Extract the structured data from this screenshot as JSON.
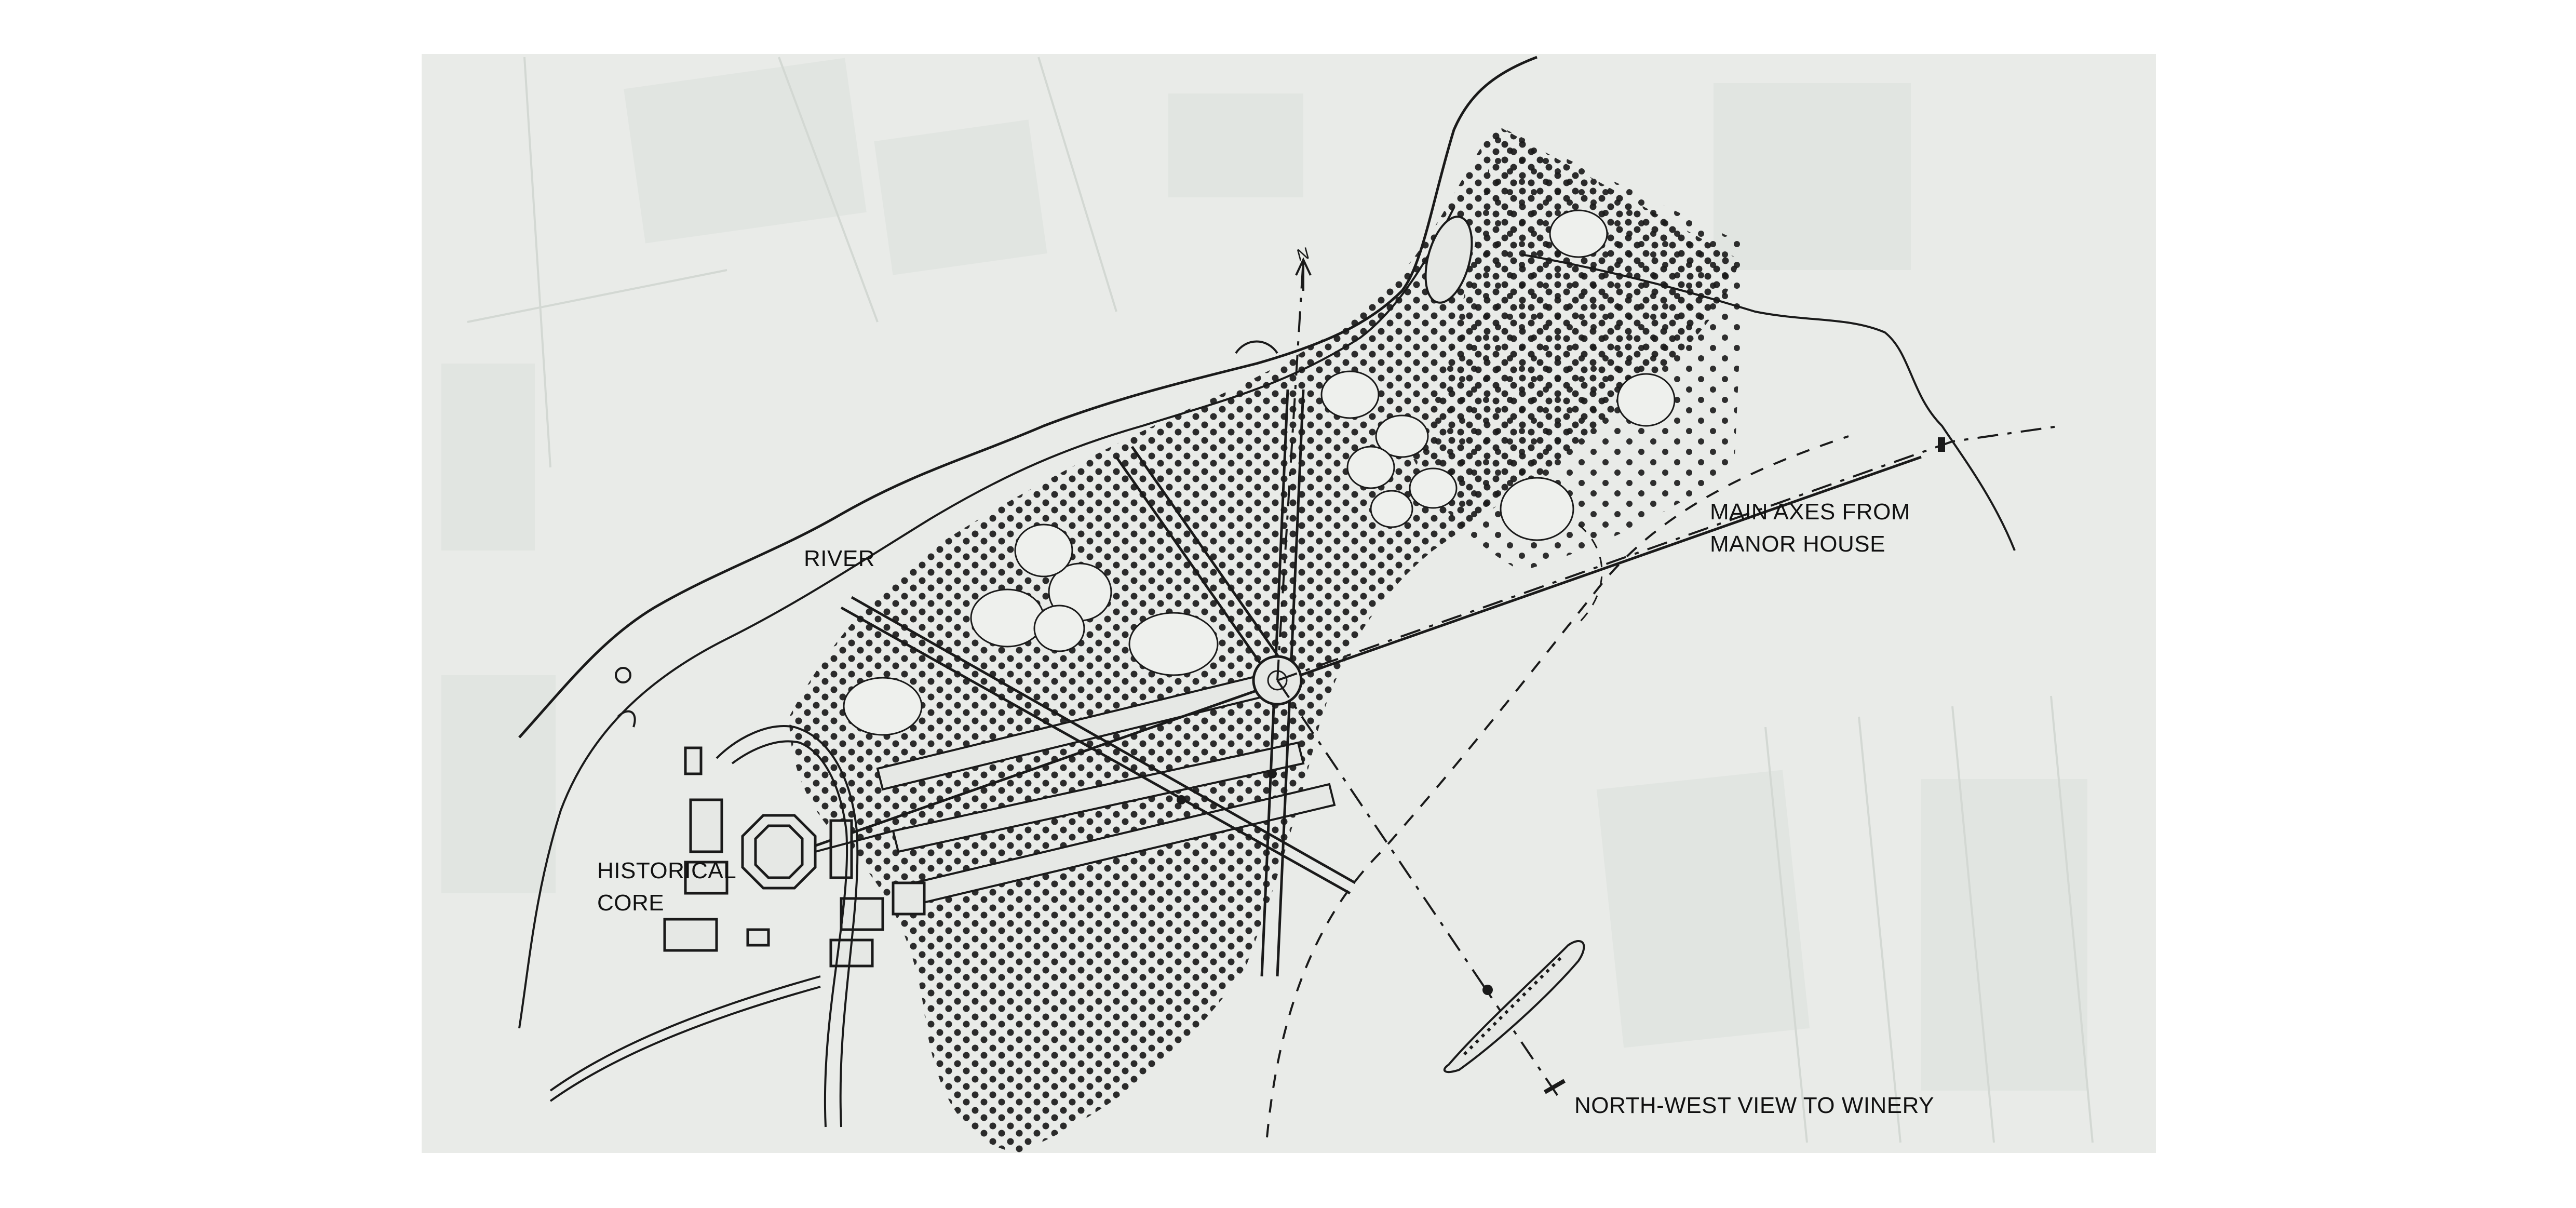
{
  "labels": {
    "river": "RIVER",
    "main_axes": {
      "line1": "MAIN AXES FROM",
      "line2": "MANOR HOUSE"
    },
    "historical_core": {
      "line1": "HISTORICAL",
      "line2": "CORE"
    },
    "northwest_view": "NORTH-WEST VIEW TO WINERY"
  },
  "north_marker": "N",
  "colors": {
    "background": "#e9ebe8",
    "ink": "#1a1a1a",
    "aerial_fields": "#dfe3df"
  }
}
